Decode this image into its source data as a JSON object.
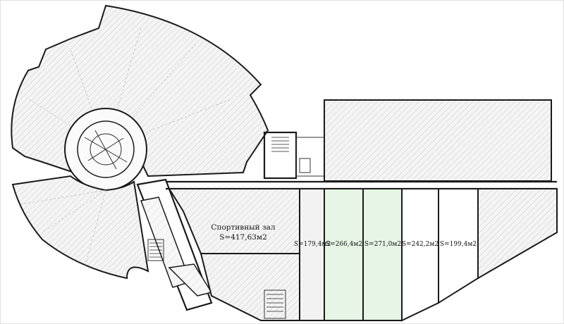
{
  "colors": {
    "green_unit": "#e6f5e6",
    "grey_unit": "#f2f2f2",
    "white_unit": "#ffffff",
    "walls": "#1a1a1a",
    "hatch": "#8a8a8a"
  },
  "sports_hall": {
    "name": "Спортивный зал",
    "area": "S=417,63м2"
  },
  "units": [
    {
      "id": "unit-1",
      "area": "S=179,4м2",
      "fill": "grey"
    },
    {
      "id": "unit-2",
      "area": "S=266,4м2",
      "fill": "green"
    },
    {
      "id": "unit-3",
      "area": "S=271,0м2",
      "fill": "green"
    },
    {
      "id": "unit-4",
      "area": "S=242,2м2",
      "fill": "white"
    },
    {
      "id": "unit-5",
      "area": "S=199,4м2",
      "fill": "white"
    }
  ]
}
